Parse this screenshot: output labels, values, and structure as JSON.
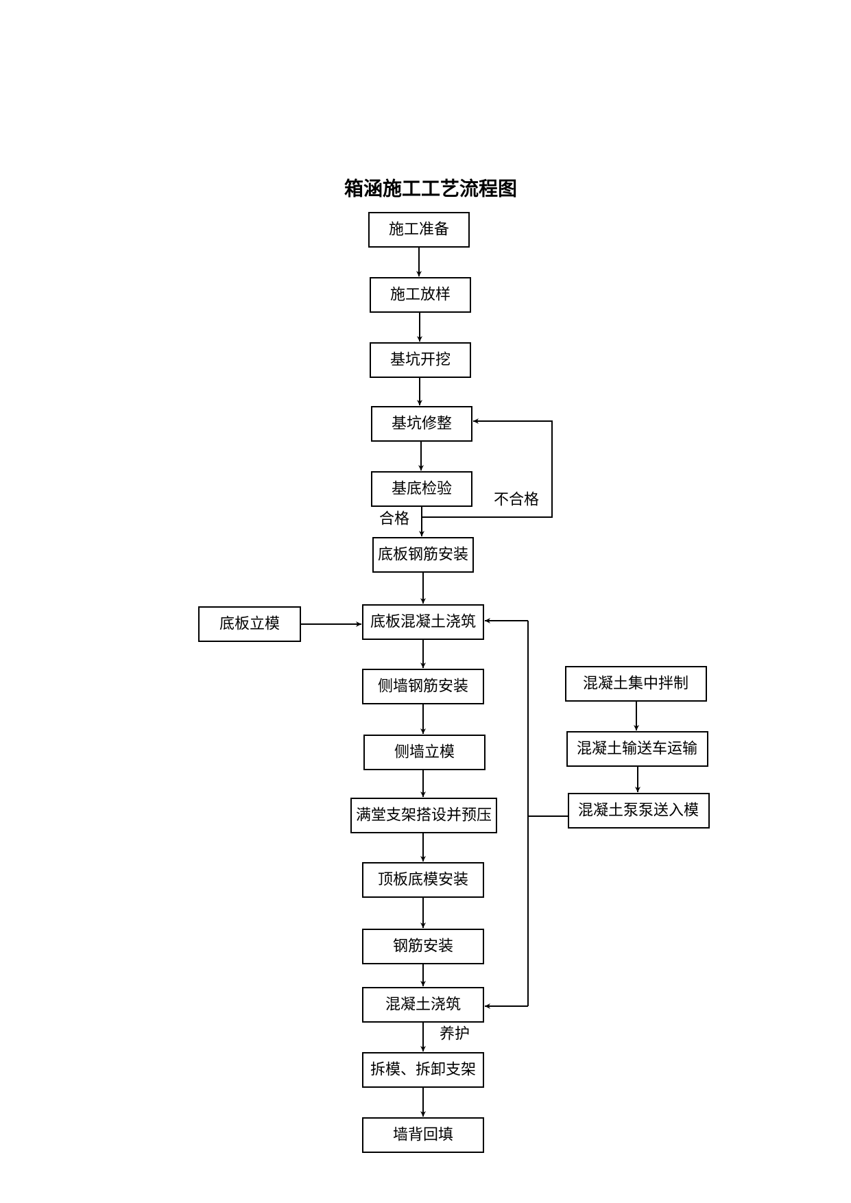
{
  "title": "箱涵施工工艺流程图",
  "nodes": {
    "prep": "施工准备",
    "layout": "施工放样",
    "excavation": "基坑开挖",
    "trimming": "基坑修整",
    "inspection": "基底检验",
    "bottom_rebar": "底板钢筋安装",
    "bottom_formwork": "底板立模",
    "bottom_pour": "底板混凝土浇筑",
    "wall_rebar": "侧墙钢筋安装",
    "wall_formwork": "侧墙立模",
    "scaffold": "满堂支架搭设并预压",
    "top_formwork": "顶板底模安装",
    "rebar": "钢筋安装",
    "pour": "混凝土浇筑",
    "strip": "拆模、拆卸支架",
    "backfill": "墙背回填",
    "mixing": "混凝土集中拌制",
    "transport": "混凝土输送车运输",
    "pumping": "混凝土泵泵送入模"
  },
  "labels": {
    "fail": "不合格",
    "pass": "合格",
    "curing": "养护"
  }
}
